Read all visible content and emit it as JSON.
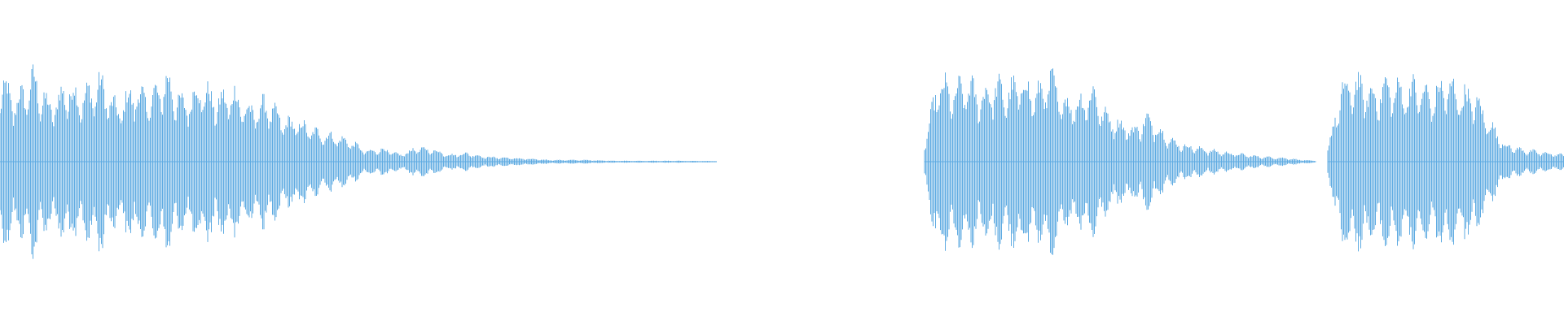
{
  "waveform": {
    "color": "#5fabe2",
    "background": "#ffffff",
    "segments": [
      {
        "name": "segment-1",
        "peaks": [
          0.95,
          0.72,
          1.0,
          0.65,
          0.88,
          0.78,
          0.95,
          0.62,
          0.85,
          0.75,
          0.98,
          0.68,
          0.9,
          0.72,
          0.82,
          0.6,
          0.7,
          0.48,
          0.45,
          0.35,
          0.3,
          0.24,
          0.12,
          0.15,
          0.08,
          0.16,
          0.14,
          0.08,
          0.1,
          0.06,
          0.05,
          0.04,
          0.03,
          0.02,
          0.02,
          0.02,
          0.015,
          0.01,
          0.01,
          0.01,
          0.01,
          0.01,
          0.008,
          0.006
        ]
      },
      {
        "name": "segment-2",
        "peaks": [
          0.2,
          0.95,
          0.82,
          0.93,
          0.78,
          0.9,
          0.84,
          0.96,
          0.8,
          1.0,
          0.72,
          0.7,
          0.85,
          0.55,
          0.45,
          0.38,
          0.52,
          0.35,
          0.22,
          0.18,
          0.15,
          0.12,
          0.1,
          0.08,
          0.06,
          0.05,
          0.04,
          0.02,
          0.01
        ]
      },
      {
        "name": "segment-3",
        "peaks": [
          0.15,
          0.88,
          0.95,
          0.8,
          0.92,
          0.85,
          0.9,
          0.78,
          0.93,
          0.82,
          0.75,
          0.45,
          0.2,
          0.15,
          0.12,
          0.1,
          0.08
        ]
      }
    ]
  }
}
